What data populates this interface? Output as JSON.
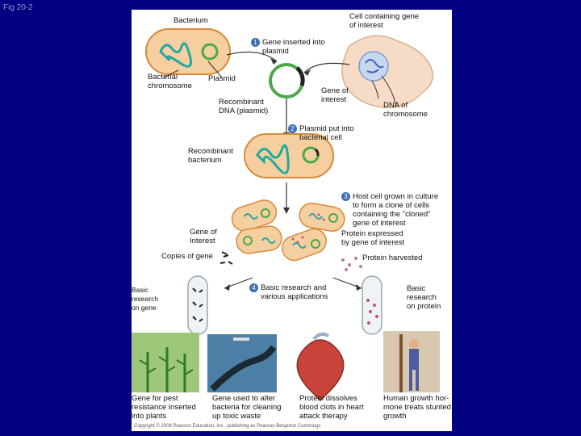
{
  "figure_label": "Fig 20-2",
  "labels": {
    "bacterium": "Bacterium",
    "cell_gene": "Cell containing gene\nof interest",
    "step1": "Gene inserted into\nplasmid",
    "bacterial_chromosome": "Bacterial\nchromosome",
    "plasmid": "Plasmid",
    "recombinant_dna": "Recombinant\nDNA (plasmid)",
    "gene_of_interest": "Gene of\ninterest",
    "dna_of_chromosome": "DNA of\nchromosome",
    "step2": "Plasmid put into\nbacterial cell",
    "recombinant_bacterium": "Recombinant\nbacterium",
    "step3": "Host cell grown in culture\nto form a clone of cells\ncontaining the \"cloned\"\ngene of interest",
    "gene_of_interest_2": "Gene of\nInterest",
    "protein_expressed": "Protein expressed\nby gene of interest",
    "copies_of_gene": "Copies of gene",
    "protein_harvested": "Protein harvested",
    "step4": "Basic research and\nvarious applications",
    "basic_research_gene": "Basic\nresearch\non gene",
    "basic_research_protein": "Basic\nresearch\non protein",
    "pest_resistance": "Gene for pest\nresistance inserted\ninto plants",
    "toxic_waste": "Gene used to alter\nbacteria for cleaning\nup toxic waste",
    "blood_clots": "Protein dissolves\nblood clots in heart\nattack therapy",
    "growth_hormone": "Human growth hor-\nmone treats stunted\ngrowth",
    "copyright": "Copyright © 2008 Pearson Education, Inc., publishing as Pearson Benjamin Cummings"
  },
  "step_numbers": [
    "1",
    "2",
    "3",
    "4"
  ],
  "colors": {
    "background": "#000080",
    "cell_fill": "#f6cfa0",
    "cell_outline": "#d8893a",
    "dna_teal": "#22a7a0",
    "plasmid_green": "#4aa84a",
    "step_badge": "#3d6fb4"
  }
}
